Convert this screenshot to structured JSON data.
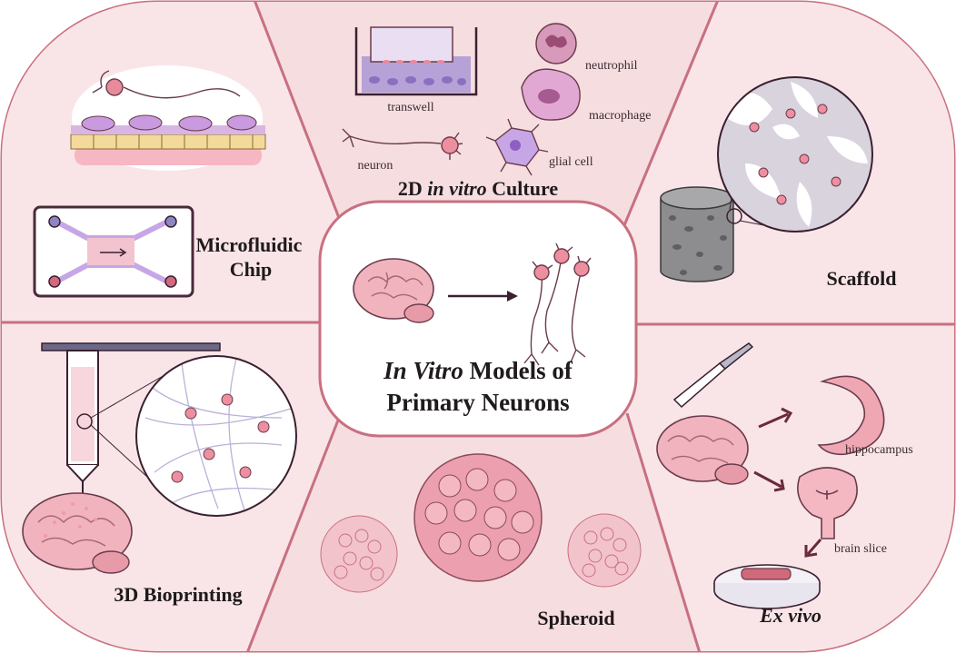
{
  "colors": {
    "frame": "#c87080",
    "panel_fill": "#f9e5e7",
    "panel_fill_alt": "#f6dde0",
    "center_fill": "#ffffff",
    "cell_pink": "#e88a9a",
    "cell_purple": "#b99ad8",
    "dark_line": "#4a2a3a"
  },
  "center": {
    "title_italic": "In Vitro",
    "title_rest": " Models of",
    "title_line2": "Primary Neurons"
  },
  "panels": {
    "culture2d": {
      "title_italic": "in vitro",
      "title_pre": "2D ",
      "title_post": " Culture",
      "labels": {
        "transwell": "transwell",
        "neutrophil": "neutrophil",
        "macrophage": "macrophage",
        "neuron": "neuron",
        "glial": "glial cell"
      }
    },
    "microfluidic": {
      "line1": "Microfluidic",
      "line2": "Chip"
    },
    "scaffold": {
      "title": "Scaffold"
    },
    "bioprinting": {
      "title": "3D Bioprinting"
    },
    "spheroid": {
      "title": "Spheroid"
    },
    "exvivo": {
      "title": "Ex vivo",
      "labels": {
        "hippocampus": "hippocampus",
        "brain_slice": "brain slice"
      }
    }
  },
  "icons": [
    "brain-icon",
    "neuron-icon",
    "arrow-right-icon",
    "transwell-icon",
    "neutrophil-icon",
    "macrophage-icon",
    "glial-cell-icon",
    "scalpel-icon",
    "petri-dish-icon",
    "bioprinter-nozzle-icon",
    "microfluidic-chip-icon"
  ]
}
